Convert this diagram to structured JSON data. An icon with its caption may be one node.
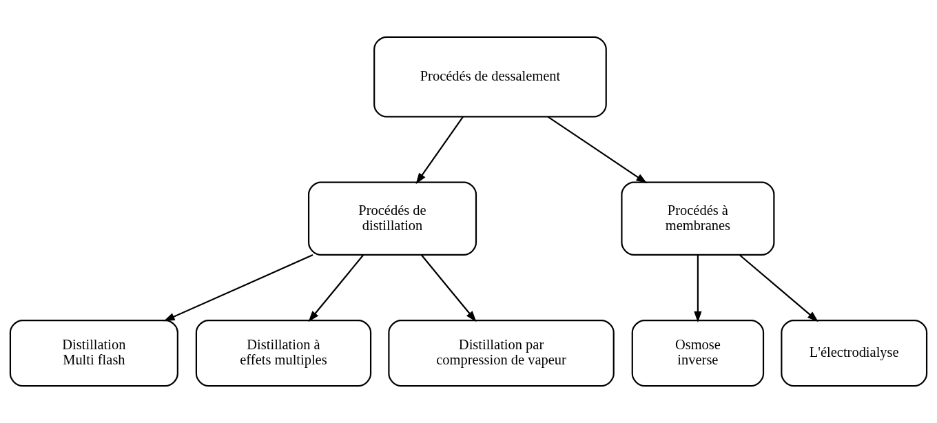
{
  "diagram": {
    "nodes": [
      {
        "text": [
          "Procédés de dessalement"
        ]
      },
      {
        "text": [
          "Procédés de distillation"
        ]
      },
      {
        "text": [
          "Procédés à membranes"
        ]
      },
      {
        "text": [
          "Distillation Multi flash"
        ]
      },
      {
        "text": [
          "Distillation à effets multiples"
        ]
      },
      {
        "text": [
          "Distillation par compression de vapeur"
        ]
      },
      {
        "text": [
          "Osmose inverse"
        ]
      },
      {
        "text": [
          "L'électrodialyse"
        ]
      }
    ],
    "edges": [
      {
        "from": 0,
        "to": 1,
        "arrow": "to"
      },
      {
        "from": 0,
        "to": 2,
        "arrow": "to"
      },
      {
        "from": 1,
        "to": 3,
        "arrow": "to"
      },
      {
        "from": 1,
        "to": 4,
        "arrow": "to"
      },
      {
        "from": 1,
        "to": 5,
        "arrow": "to"
      },
      {
        "from": 2,
        "to": 6,
        "arrow": "to"
      },
      {
        "from": 2,
        "to": 7,
        "arrow": "to"
      }
    ]
  }
}
